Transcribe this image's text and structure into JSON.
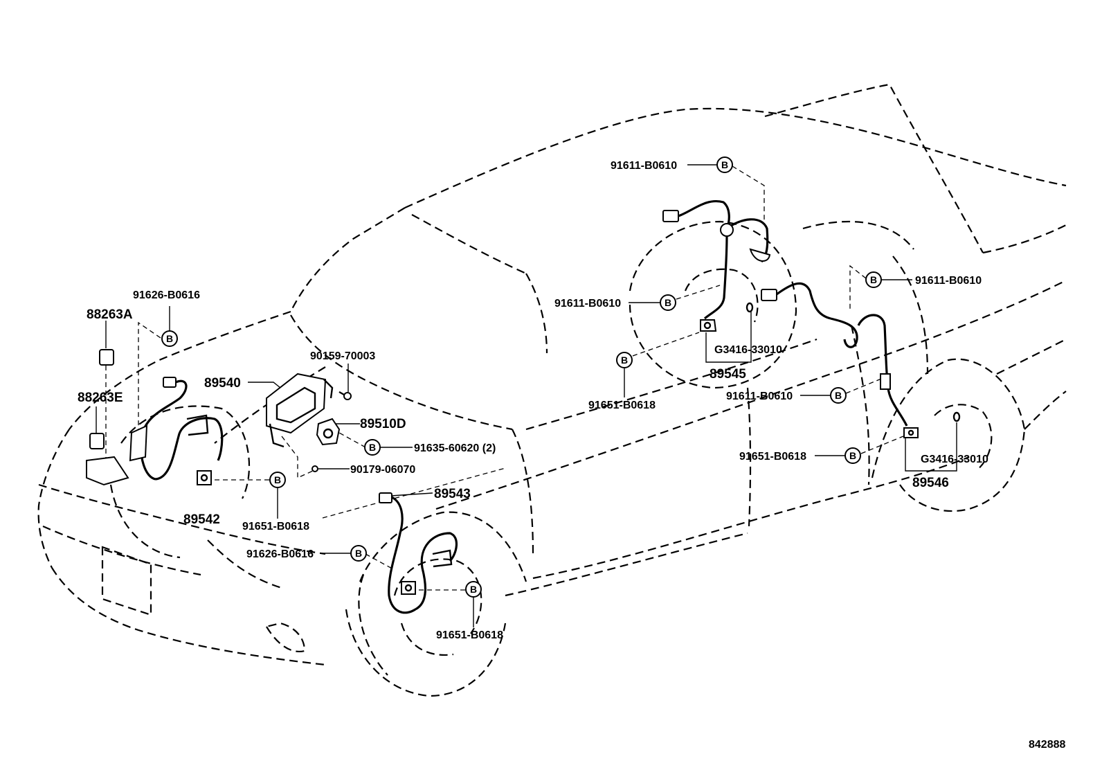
{
  "labels": {
    "l_91611_top": "91611-B0610",
    "l_91611_mid": "91611-B0610",
    "l_91611_right": "91611-B0610",
    "l_91611_rear": "91611-B0610",
    "l_91651_center": "91651-B0618",
    "l_89545": "89545",
    "l_g3416_a": "G3416-33010",
    "l_g3416_b": "G3416-33010",
    "l_91651_rear": "91651-B0618",
    "l_89546": "89546",
    "l_91626_top": "91626-B0616",
    "l_88263a": "88263A",
    "l_88263e": "88263E",
    "l_90159": "90159-70003",
    "l_89540": "89540",
    "l_89510d": "89510D",
    "l_91635": "91635-60620 (2)",
    "l_90179": "90179-06070",
    "l_89542": "89542",
    "l_91651_front": "91651-B0618",
    "l_89543": "89543",
    "l_91626_front": "91626-B0616",
    "l_91651_bottom": "91651-B0618",
    "l_illus": "842888"
  },
  "bolt_symbol": "B"
}
